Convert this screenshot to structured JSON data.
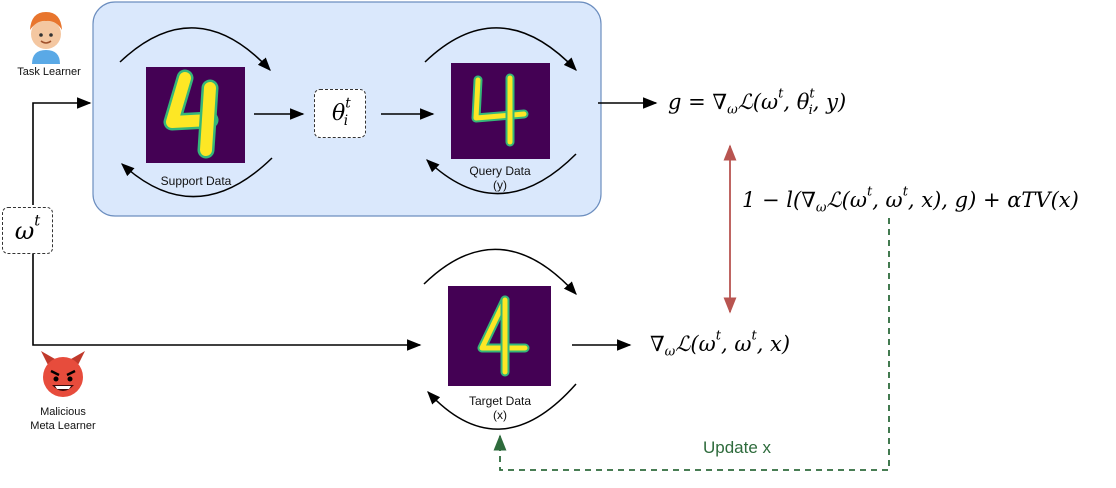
{
  "actors": {
    "task_learner": "Task Learner",
    "malicious_learner_line1": "Malicious",
    "malicious_learner_line2": "Meta Learner"
  },
  "images": {
    "support": {
      "label": "Support Data",
      "digit": "4"
    },
    "query": {
      "label_line1": "Query Data",
      "label_line2": "(y)",
      "digit": "4"
    },
    "target": {
      "label_line1": "Target Data",
      "label_line2": "(x)",
      "digit": "4"
    }
  },
  "math": {
    "theta": "θ",
    "theta_sup": "t",
    "theta_sub": "i",
    "omega": "ω",
    "omega_sup": "t",
    "g_lhs": "g = ∇",
    "g_sub": "ω",
    "g_rest": "ℒ(ω",
    "g_sup1": "t",
    "g_mid": ", θ",
    "g_sup2": "t",
    "g_sub2": "i",
    "g_end": ", y)",
    "loss_pre": "1 − l(∇",
    "loss_sub": "ω",
    "loss_a": "ℒ(ω",
    "loss_sup1": "t",
    "loss_b": ", ω",
    "loss_sup2": "t",
    "loss_end": ", x), g) + αTV(x)",
    "target_pre": "∇",
    "target_sub": "ω",
    "target_a": "ℒ(ω",
    "target_sup1": "t",
    "target_b": ", ω",
    "target_sup2": "t",
    "target_end": ", x)"
  },
  "update_label": "Update x",
  "colors": {
    "panel_fill": "#dae8fc",
    "panel_stroke": "#6c8ebf",
    "image_bg": "#440154",
    "digit": "#fde725",
    "digit_edge": "#35b779",
    "red_arrow": "#b85450",
    "green_dashed": "#2e6b3c"
  },
  "icons": [
    "task-learner-avatar-icon",
    "devil-face-icon"
  ]
}
